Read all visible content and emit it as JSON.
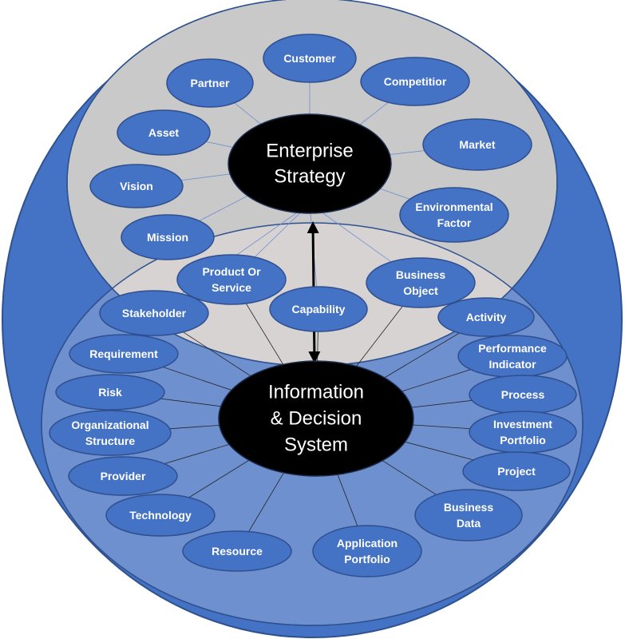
{
  "colors": {
    "outer_fill": "#4472c4",
    "outer_stroke": "#2f528f",
    "upper_fill": "#c9c9c9",
    "lower_fill": "#6f90cf",
    "overlap_fill": "#d7d3d3",
    "node_fill": "#4472c4",
    "node_stroke": "#2f4f8f",
    "hub_fill": "#000000",
    "line": "#222222",
    "upper_line": "#6f8fd0"
  },
  "hubs": {
    "strategy": [
      "Enterprise",
      "Strategy"
    ],
    "system": [
      "Information",
      "& Decision",
      "System"
    ]
  },
  "strategy_nodes": [
    {
      "id": "customer",
      "label": [
        "Customer"
      ]
    },
    {
      "id": "partner",
      "label": [
        "Partner"
      ]
    },
    {
      "id": "competitor",
      "label": [
        "Competitior"
      ]
    },
    {
      "id": "asset",
      "label": [
        "Asset"
      ]
    },
    {
      "id": "market",
      "label": [
        "Market"
      ]
    },
    {
      "id": "vision",
      "label": [
        "Vision"
      ]
    },
    {
      "id": "environmental-factor",
      "label": [
        "Environmental",
        "Factor"
      ]
    },
    {
      "id": "mission",
      "label": [
        "Mission"
      ]
    }
  ],
  "shared_nodes": [
    {
      "id": "product-or-service",
      "label": [
        "Product Or",
        "Service"
      ]
    },
    {
      "id": "business-object",
      "label": [
        "Business",
        "Object"
      ]
    },
    {
      "id": "capability",
      "label": [
        "Capability"
      ]
    },
    {
      "id": "stakeholder",
      "label": [
        "Stakeholder"
      ]
    }
  ],
  "system_nodes": [
    {
      "id": "activity",
      "label": [
        "Activity"
      ]
    },
    {
      "id": "requirement",
      "label": [
        "Requirement"
      ]
    },
    {
      "id": "performance-indicator",
      "label": [
        "Performance",
        "Indicator"
      ]
    },
    {
      "id": "risk",
      "label": [
        "Risk"
      ]
    },
    {
      "id": "process",
      "label": [
        "Process"
      ]
    },
    {
      "id": "organizational-structure",
      "label": [
        "Organizational",
        "Structure"
      ]
    },
    {
      "id": "investment-portfolio",
      "label": [
        "Investment",
        "Portfolio"
      ]
    },
    {
      "id": "provider",
      "label": [
        "Provider"
      ]
    },
    {
      "id": "project",
      "label": [
        "Project"
      ]
    },
    {
      "id": "technology",
      "label": [
        "Technology"
      ]
    },
    {
      "id": "business-data",
      "label": [
        "Business",
        "Data"
      ]
    },
    {
      "id": "resource",
      "label": [
        "Resource"
      ]
    },
    {
      "id": "application-portfolio",
      "label": [
        "Application",
        "Portfolio"
      ]
    }
  ]
}
